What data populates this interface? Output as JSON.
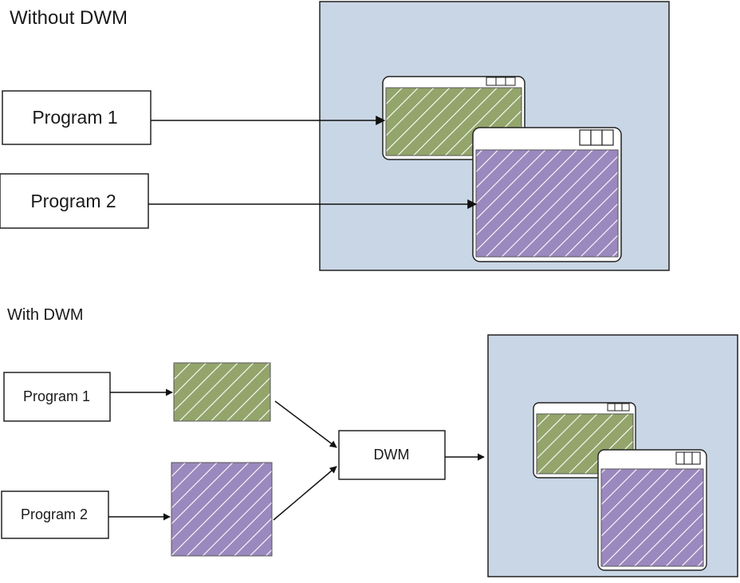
{
  "top_section": {
    "heading": "Without DWM",
    "program1_label": "Program 1",
    "program2_label": "Program 2"
  },
  "bottom_section": {
    "heading": "With DWM",
    "program1_label": "Program 1",
    "program2_label": "Program 2",
    "dwm_label": "DWM"
  },
  "colors": {
    "screen_fill": "#c9d6e5",
    "window1_fill": "#93a56b",
    "window2_fill": "#9b88be",
    "outline": "#222222"
  }
}
